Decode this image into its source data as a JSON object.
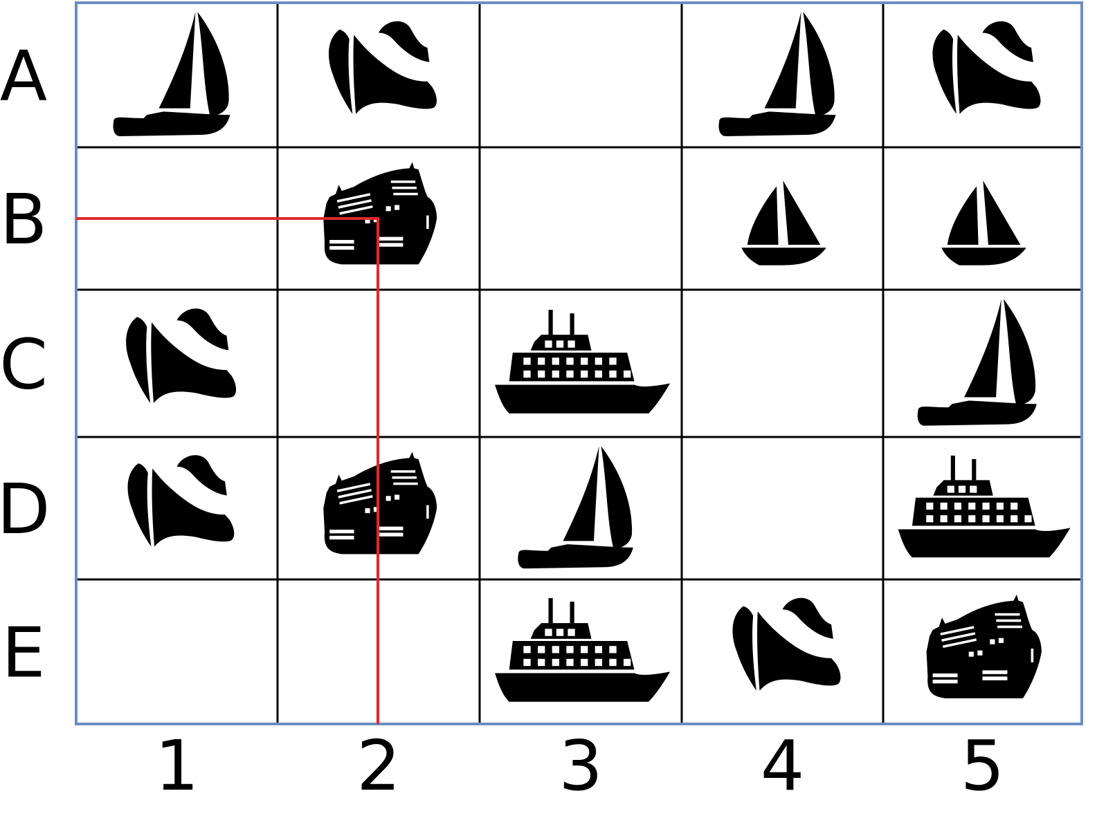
{
  "grid": {
    "rows": [
      "A",
      "B",
      "C",
      "D",
      "E"
    ],
    "columns": [
      "1",
      "2",
      "3",
      "4",
      "5"
    ],
    "cells": [
      [
        "sailboat-icon",
        "cruise-ship-icon",
        "",
        "sailboat-icon",
        "cruise-ship-icon"
      ],
      [
        "",
        "ocean-liner-icon",
        "",
        "small-sailboat-icon",
        "small-sailboat-icon"
      ],
      [
        "cruise-ship-icon",
        "",
        "ferry-icon",
        "",
        "sailboat-icon"
      ],
      [
        "cruise-ship-icon",
        "ocean-liner-icon",
        "sailboat-icon",
        "",
        "ferry-icon"
      ],
      [
        "",
        "",
        "ferry-icon",
        "cruise-ship-icon",
        "ocean-liner-icon"
      ]
    ]
  },
  "highlight": {
    "row": "B",
    "column": "2",
    "color": "#e0282e"
  },
  "colors": {
    "frame": "#6c8ebf",
    "grid_line": "#000000",
    "icon": "#000000"
  }
}
